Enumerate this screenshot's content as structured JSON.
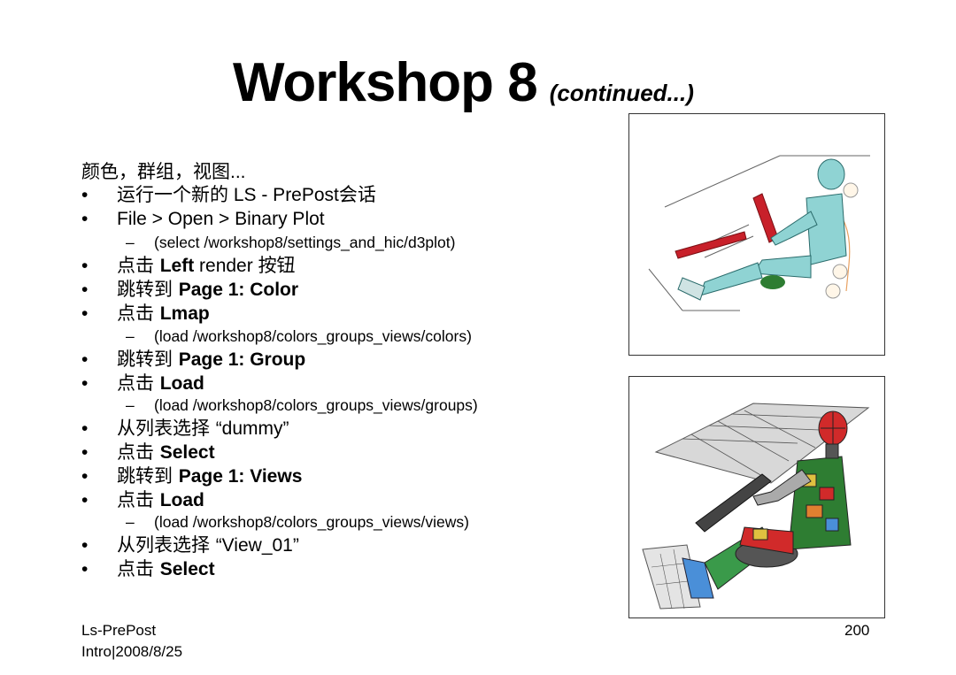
{
  "title": {
    "main": "Workshop 8",
    "sub": "(continued...)"
  },
  "intro": {
    "cjk": "颜色，群组，视图",
    "dots": "..."
  },
  "steps": [
    {
      "bullet": "•",
      "cjk": "运行一个新的",
      "text": " LS - PrePost",
      "cjk2": "会话"
    },
    {
      "bullet": "•",
      "text": "File > Open > Binary Plot"
    },
    {
      "dash": "–",
      "text": "(select /workshop8/settings_and_hic/d3plot)"
    },
    {
      "bullet": "•",
      "cjk": "点击 ",
      "bold": "Left",
      "text": " render ",
      "cjk2": "按钮"
    },
    {
      "bullet": "•",
      "cjk": "跳转到 ",
      "bold": "Page 1: Color"
    },
    {
      "bullet": "•",
      "cjk": "点击 ",
      "bold": "Lmap"
    },
    {
      "dash": "–",
      "text": "(load /workshop8/colors_groups_views/colors)"
    },
    {
      "bullet": "•",
      "cjk": "跳转到 ",
      "bold": "Page 1: Group"
    },
    {
      "bullet": "•",
      "cjk": "点击 ",
      "bold": "Load"
    },
    {
      "dash": "–",
      "text": "(load /workshop8/colors_groups_views/groups)"
    },
    {
      "bullet": "•",
      "cjk": "从列表选择 ",
      "text": "“dummy”"
    },
    {
      "bullet": "•",
      "cjk": "点击 ",
      "bold": "Select"
    },
    {
      "bullet": "•",
      "cjk": "跳转到 ",
      "bold": "Page 1: Views"
    },
    {
      "bullet": "•",
      "cjk": "点击 ",
      "bold": "Load"
    },
    {
      "dash": "–",
      "text": "(load /workshop8/colors_groups_views/views)"
    },
    {
      "bullet": "•",
      "cjk": "从列表选择 ",
      "text": "“View_01”"
    },
    {
      "bullet": "•",
      "cjk": "点击 ",
      "bold": "Select"
    }
  ],
  "footer": {
    "left_line1": "Ls-PrePost",
    "left_line2": "Intro|2008/8/25",
    "page_number": "200"
  },
  "colors": {
    "dummy_top": "#8fd3d3",
    "steering": "#c8202a",
    "seat_cushion": "#2e7d32",
    "dummy_bottom_head": "#d12a2a",
    "floor_blue": "#4a8fd8"
  }
}
